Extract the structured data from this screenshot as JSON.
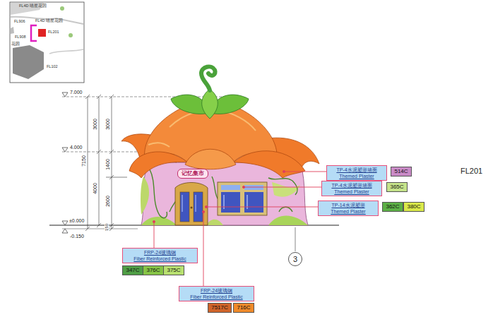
{
  "diagram": {
    "nodes": [
      {
        "text": [
          "TP-4水泥塑形墙面",
          "Themed Plaster"
        ]
      },
      {
        "text": [
          "514C"
        ]
      },
      {
        "text": [
          "记忆集市"
        ]
      },
      {
        "text": [
          "TP-4水泥塑形墙面",
          "Themed Plaster"
        ]
      },
      {
        "text": [
          "365C"
        ]
      },
      {
        "text": [
          "TP-14水泥塑形",
          "Themed Plaster"
        ]
      },
      {
        "text": [
          "362C"
        ]
      },
      {
        "text": [
          "380C"
        ]
      },
      {
        "text": [
          "3"
        ]
      },
      {
        "text": [
          "FRP-24玻璃钢",
          "Fiber Reinforced Plastic"
        ]
      },
      {
        "text": [
          "347C"
        ]
      },
      {
        "text": [
          "376C"
        ]
      },
      {
        "text": [
          "375C"
        ]
      },
      {
        "text": [
          "FRP-24玻璃钢",
          "Fiber Reinforced Plastic"
        ]
      },
      {
        "text": [
          "7517C"
        ]
      },
      {
        "text": [
          "716C"
        ]
      }
    ],
    "labels": [
      "FL4D 喵星花园",
      "FL906",
      "FL4D 喵星花园",
      "FL201",
      "花园",
      "FL908",
      "FL102",
      "7.000",
      "4.000",
      "±0.000",
      "-0.150",
      "7150",
      "3000",
      "4000",
      "3000",
      "1400",
      "2600",
      "150",
      "FL201"
    ]
  }
}
